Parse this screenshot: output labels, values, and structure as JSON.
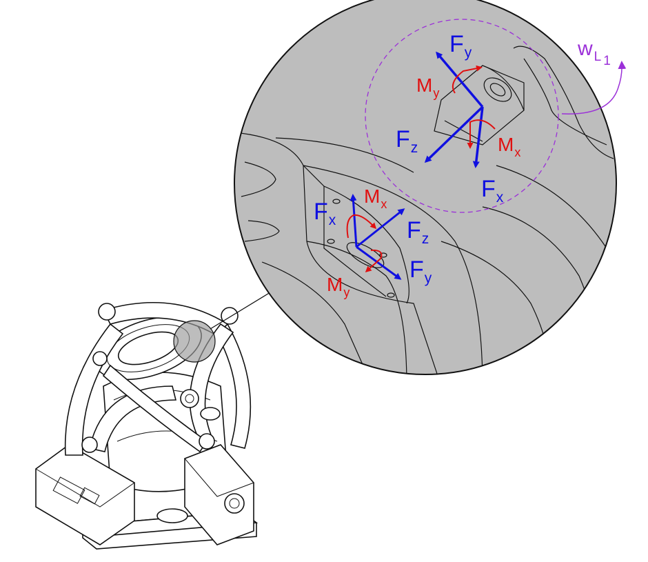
{
  "colors": {
    "force": "#1010e0",
    "moment": "#e01010",
    "workspace": "#9b30d8",
    "zoom_fill": "#bdbdbd"
  },
  "workspace_label": {
    "main": "w",
    "sub": "L",
    "subsub": "1"
  },
  "upper_joint": {
    "fy": {
      "main": "F",
      "sub": "y"
    },
    "fz": {
      "main": "F",
      "sub": "z"
    },
    "fx": {
      "main": "F",
      "sub": "x"
    },
    "my": {
      "main": "M",
      "sub": "y"
    },
    "mx": {
      "main": "M",
      "sub": "x"
    }
  },
  "lower_joint": {
    "fx": {
      "main": "F",
      "sub": "x"
    },
    "fz": {
      "main": "F",
      "sub": "z"
    },
    "fy": {
      "main": "F",
      "sub": "y"
    },
    "mx": {
      "main": "M",
      "sub": "x"
    },
    "my": {
      "main": "M",
      "sub": "y"
    }
  }
}
